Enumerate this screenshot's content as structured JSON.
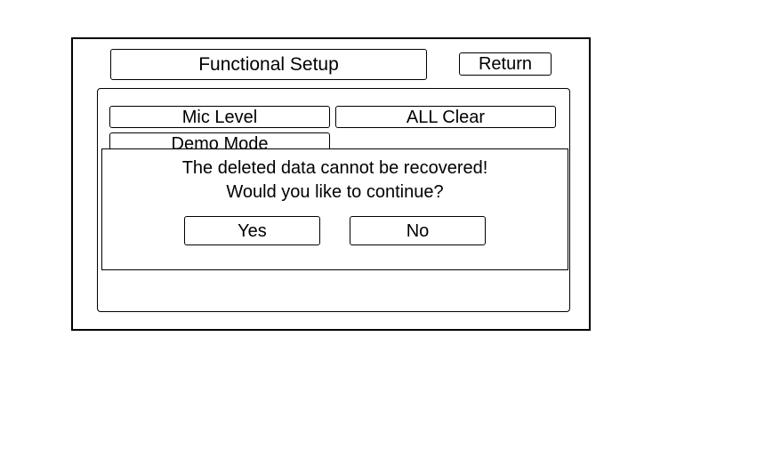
{
  "header": {
    "title": "Functional Setup",
    "return_label": "Return"
  },
  "menu": {
    "items": [
      {
        "label": "Mic Level"
      },
      {
        "label": "ALL Clear"
      },
      {
        "label": "Demo Mode"
      }
    ]
  },
  "dialog": {
    "line1": "The deleted data cannot be recovered!",
    "line2": "Would you like to continue?",
    "yes_label": "Yes",
    "no_label": "No"
  }
}
